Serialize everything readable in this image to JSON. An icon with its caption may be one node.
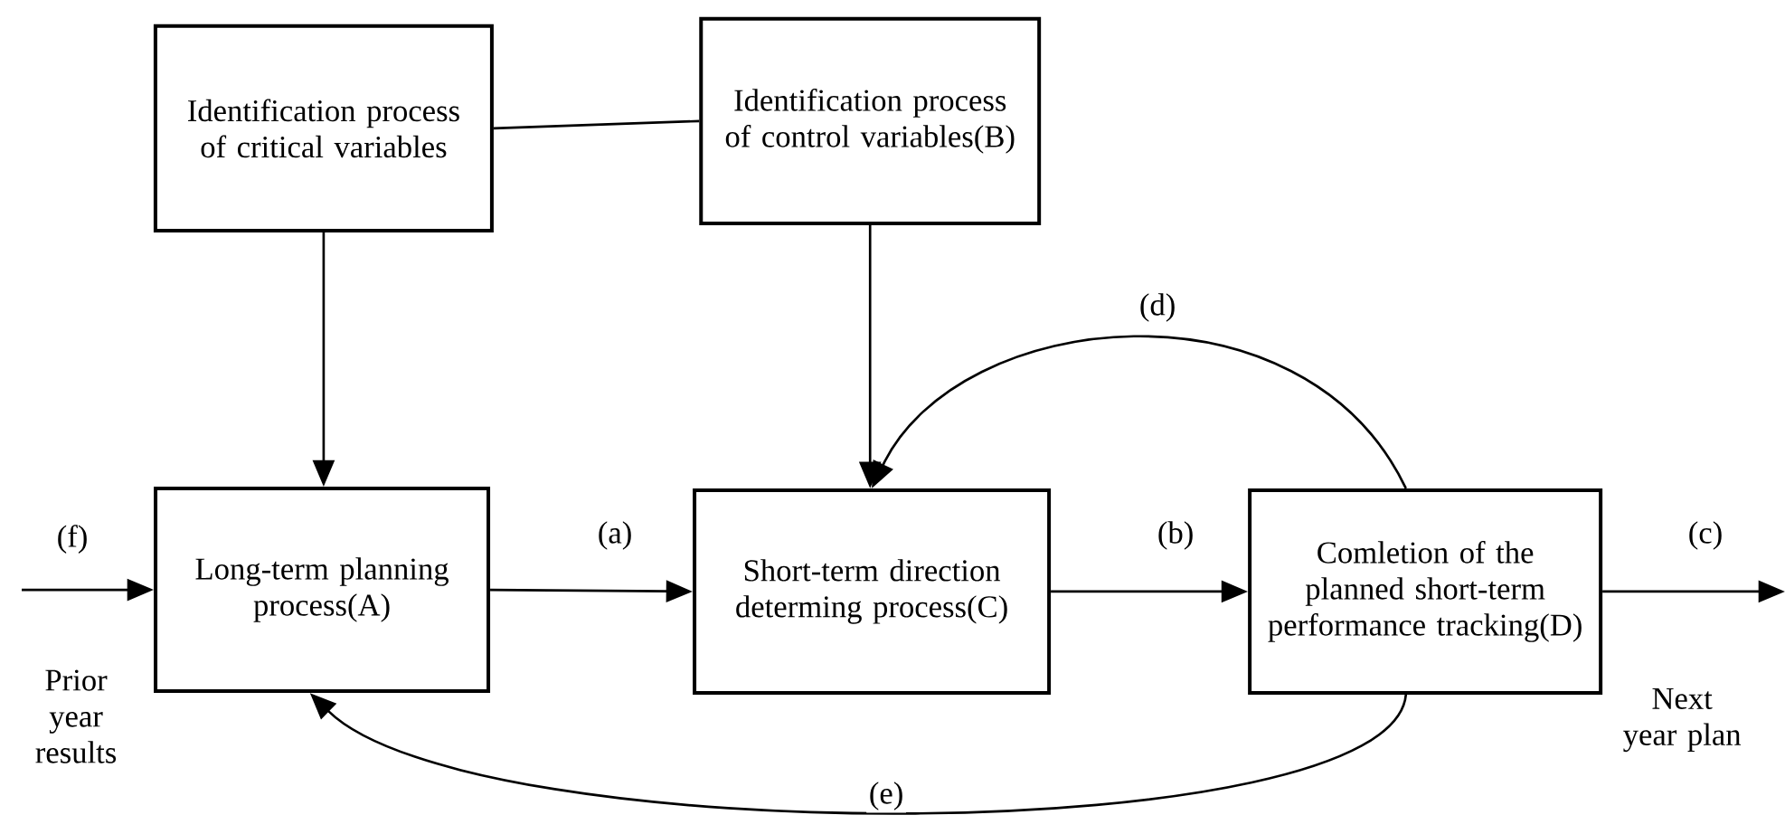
{
  "diagram": {
    "nodes": [
      {
        "text": [
          "Identification process of critical variables"
        ]
      },
      {
        "text": [
          "Identification process of control variables(B)"
        ]
      },
      {
        "text": [
          "Long-term planning process(A)"
        ]
      },
      {
        "text": [
          "Short-term direction determing process(C)"
        ]
      },
      {
        "text": [
          "Comletion of the planned short-term performance tracking(D)"
        ]
      }
    ],
    "edges": [
      {
        "from": null,
        "to": 2,
        "arrow": "to",
        "label": "(f)"
      },
      {
        "from": 2,
        "to": 3,
        "arrow": "to",
        "label": "(a)"
      },
      {
        "from": 3,
        "to": 4,
        "arrow": "to",
        "label": "(b)"
      },
      {
        "from": 4,
        "to": null,
        "arrow": "to",
        "label": "(c)"
      },
      {
        "from": 0,
        "to": 1,
        "arrow": "none"
      },
      {
        "from": 0,
        "to": 2,
        "arrow": "to"
      },
      {
        "from": 1,
        "to": 3,
        "arrow": "to"
      },
      {
        "from": 4,
        "to": 3,
        "arrow": "to",
        "label": "(d)"
      },
      {
        "from": 4,
        "to": 2,
        "arrow": "to",
        "label": "(e)"
      }
    ],
    "labels": [
      "Prior year results",
      "Next year plan"
    ]
  }
}
